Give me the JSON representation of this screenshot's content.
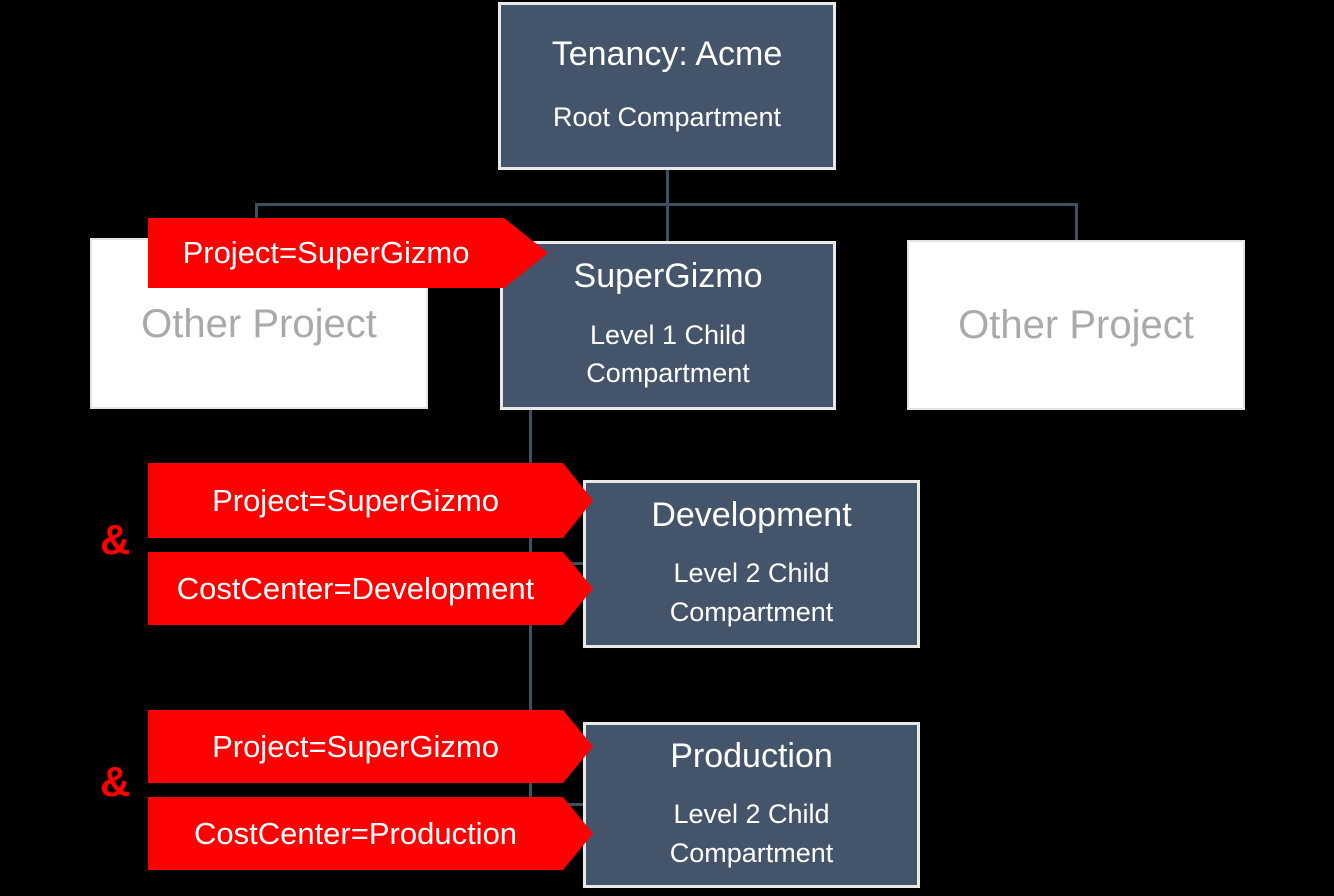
{
  "diagram": {
    "description": "Tenancy compartment hierarchy with tag-based targeting",
    "nodes": {
      "root": {
        "title": "Tenancy: Acme",
        "subtitle": "Root Compartment"
      },
      "other_left": {
        "title": "Other Project"
      },
      "supergizmo": {
        "title": "SuperGizmo",
        "subtitle": "Level 1 Child\nCompartment"
      },
      "other_right": {
        "title": "Other Project"
      },
      "development": {
        "title": "Development",
        "subtitle": "Level 2 Child\nCompartment"
      },
      "production": {
        "title": "Production",
        "subtitle": "Level 2 Child\nCompartment"
      }
    },
    "tags": {
      "supergizmo": {
        "tag1": "Project=SuperGizmo"
      },
      "development": {
        "tag1": "Project=SuperGizmo",
        "tag2": "CostCenter=Development",
        "operator": "&"
      },
      "production": {
        "tag1": "Project=SuperGizmo",
        "tag2": "CostCenter=Production",
        "operator": "&"
      }
    },
    "colors": {
      "background": "#000000",
      "node_fill": "#44546A",
      "node_border": "#E9E9E9",
      "node_text": "#FFFFFF",
      "other_node_fill": "#FFFFFF",
      "other_node_text": "#A9A9A9",
      "tag_fill": "#FF0000",
      "tag_text": "#FFFFFF",
      "operator_color": "#FF0000",
      "connector": "#3E4E63"
    }
  }
}
